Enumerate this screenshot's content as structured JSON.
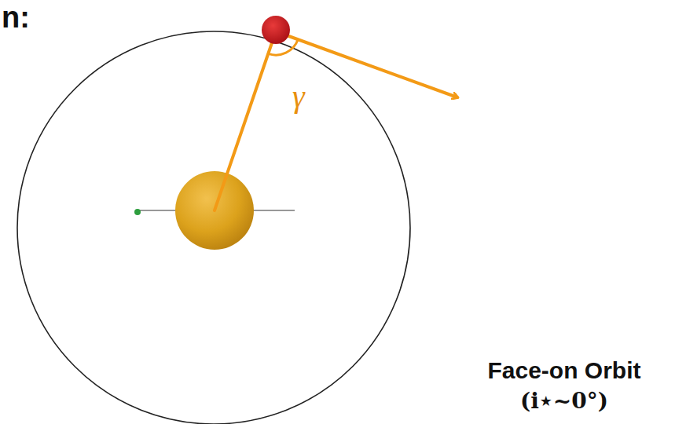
{
  "diagram": {
    "labels": [
      "n:",
      "γ",
      "Face-on Orbit",
      "(i⋆~0°)"
    ]
  }
}
